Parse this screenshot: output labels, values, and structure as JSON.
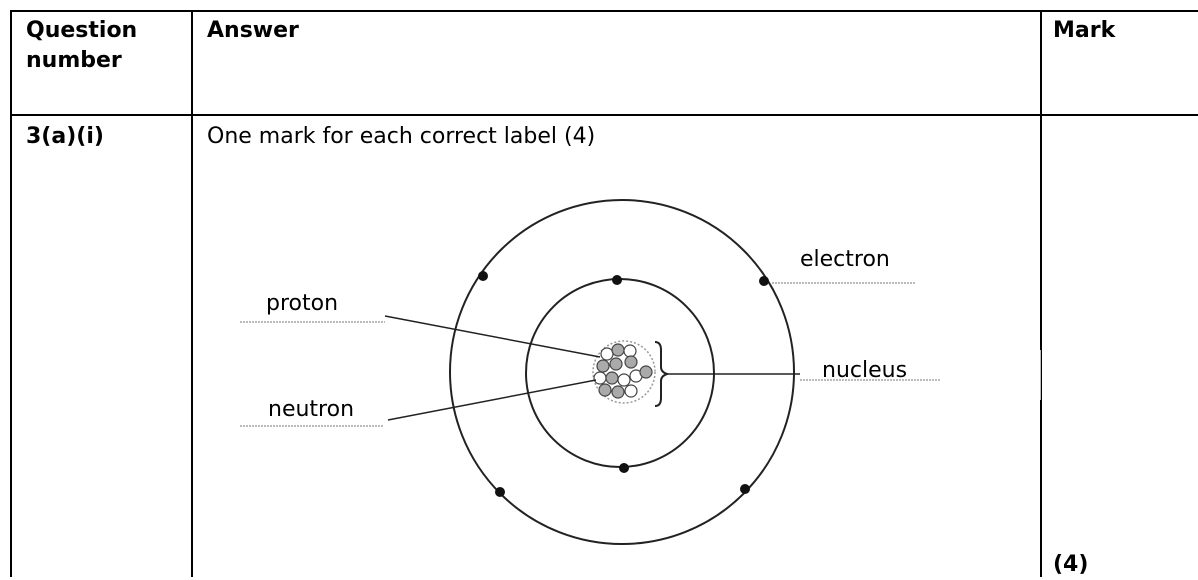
{
  "table": {
    "headers": {
      "question_number": "Question\nnumber",
      "answer": "Answer",
      "mark": "Mark"
    },
    "row": {
      "question_number": "3(a)(i)",
      "answer_instruction": "One mark for each correct label (4)",
      "mark": "(4)"
    }
  },
  "diagram": {
    "labels": {
      "proton": "proton",
      "neutron": "neutron",
      "electron": "electron",
      "nucleus": "nucleus"
    }
  }
}
